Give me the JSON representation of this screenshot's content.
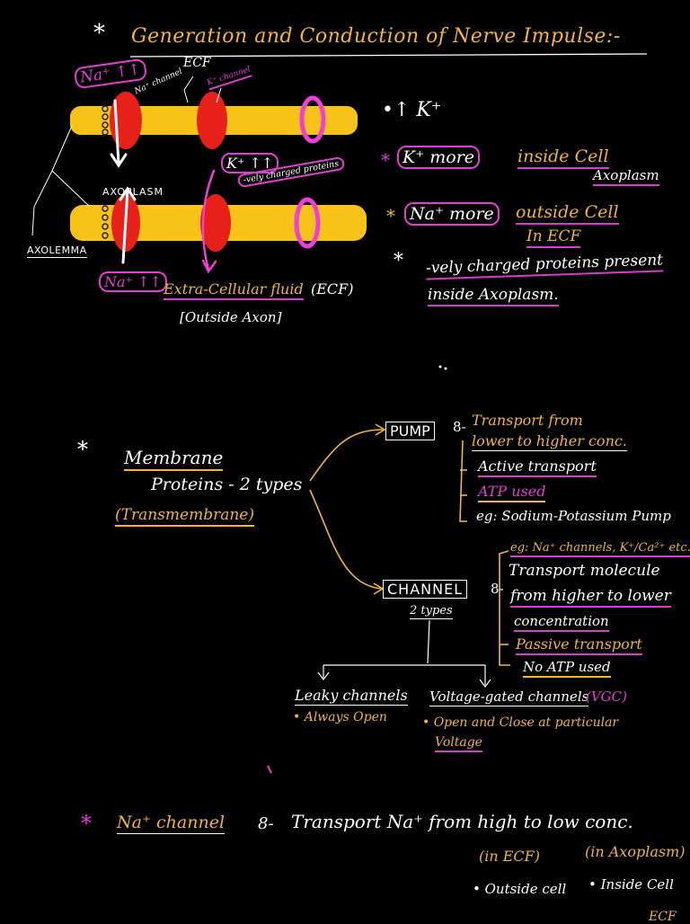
{
  "section1": {
    "star": "*",
    "title": "Generation and Conduction of Nerve Impulse:-",
    "na_top": "Na⁺ ↑↑",
    "ecf_small": "ECF",
    "na_channel_label": "Na⁺ channel",
    "k_channel_label": "K⁺ channel",
    "k_inside": "K⁺ ↑↑",
    "neg_proteins_small": "-vely charged proteins",
    "axoplasm": "AXOPLASM",
    "axolemma": "AXOLEMMA",
    "na_bottom": "Na⁺ ↑↑",
    "ecf_full": "Extra-Cellular fluid",
    "ecf_abbr": "(ECF)",
    "outside_axon": "[Outside Axon]",
    "k_up": "•↑ K⁺",
    "k_more_prefix": "*",
    "k_more": "K⁺ more",
    "k_inside_cell": "inside Cell",
    "k_axoplasm": "Axoplasm",
    "na_more_prefix": "*",
    "na_more": "Na⁺ more",
    "na_outside_cell": "outside Cell",
    "na_in_ecf": "In ECF",
    "proteins_star": "*",
    "proteins_line1": "-vely charged proteins present",
    "proteins_line2": "inside Axoplasm."
  },
  "section2": {
    "star": "*",
    "membrane": "Membrane",
    "proteins": "Proteins - 2 types",
    "transmembrane": "(Transmembrane)",
    "pump": "PUMP",
    "pump_colon": "8-",
    "pump_items": [
      "Transport from",
      "lower to higher conc.",
      "Active transport",
      "ATP used",
      "eg: Sodium-Potassium Pump"
    ],
    "channel": "CHANNEL",
    "channel_colon": "8-",
    "channel_types": "2 types",
    "channel_items": [
      "eg: Na⁺ channels, K⁺/Ca²⁺ etc.",
      "Transport molecule",
      "from higher to lower",
      "concentration",
      "Passive transport",
      "No ATP used"
    ],
    "leaky": "Leaky channels",
    "leaky_sub": "• Always Open",
    "vgc": "Voltage-gated channels",
    "vgc_abbr": "(VGC)",
    "vgc_sub1": "• Open and Close at particular",
    "vgc_sub2": "Voltage"
  },
  "section3": {
    "star": "*",
    "na_channel": "Na⁺ channel",
    "sep": "8-",
    "transport": "Transport Na⁺ from high to low conc.",
    "in_ecf": "(in ECF)",
    "in_axoplasm": "(in Axoplasm)",
    "outside_cell": "• Outside cell",
    "inside_cell": "• Inside Cell",
    "cut_off": "ECF"
  },
  "colors": {
    "yellow": "#f2b53a",
    "pink": "#e040d0",
    "red": "#e8201a",
    "membrane": "#f7c318"
  }
}
